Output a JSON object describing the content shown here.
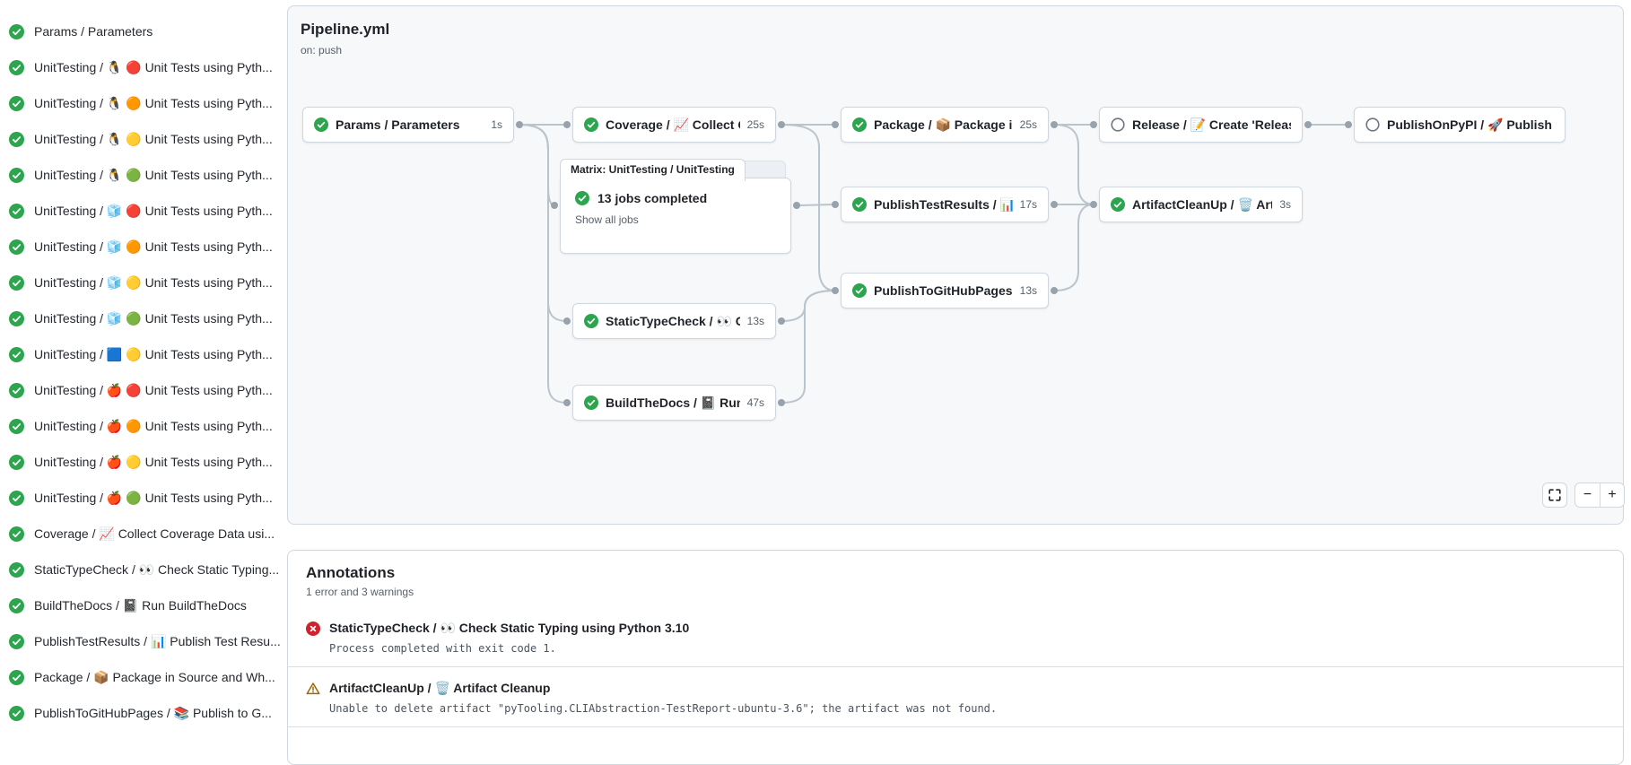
{
  "sidebar": {
    "jobs": [
      "Params / Parameters",
      "UnitTesting / 🐧 🔴 Unit Tests using Pyth...",
      "UnitTesting / 🐧 🟠 Unit Tests using Pyth...",
      "UnitTesting / 🐧 🟡 Unit Tests using Pyth...",
      "UnitTesting / 🐧 🟢 Unit Tests using Pyth...",
      "UnitTesting / 🧊 🔴 Unit Tests using Pyth...",
      "UnitTesting / 🧊 🟠 Unit Tests using Pyth...",
      "UnitTesting / 🧊 🟡 Unit Tests using Pyth...",
      "UnitTesting / 🧊 🟢 Unit Tests using Pyth...",
      "UnitTesting / 🟦 🟡 Unit Tests using Pyth...",
      "UnitTesting / 🍎 🔴 Unit Tests using Pyth...",
      "UnitTesting / 🍎 🟠 Unit Tests using Pyth...",
      "UnitTesting / 🍎 🟡 Unit Tests using Pyth...",
      "UnitTesting / 🍎 🟢 Unit Tests using Pyth...",
      "Coverage / 📈 Collect Coverage Data usi...",
      "StaticTypeCheck / 👀 Check Static Typing...",
      "BuildTheDocs / 📓 Run BuildTheDocs",
      "PublishTestResults / 📊 Publish Test Resu...",
      "Package / 📦 Package in Source and Wh...",
      "PublishToGitHubPages / 📚 Publish to G..."
    ]
  },
  "graph": {
    "title": "Pipeline.yml",
    "trigger": "on: push",
    "nodes": {
      "params": {
        "status": "success",
        "label": "Params / Parameters",
        "duration": "1s"
      },
      "coverage": {
        "status": "success",
        "label": "Coverage / 📈 Collect Cove...",
        "duration": "25s"
      },
      "package": {
        "status": "success",
        "label": "Package / 📦 Package in So...",
        "duration": "25s"
      },
      "release": {
        "status": "skipped",
        "label": "Release / 📝 Create 'Release P...",
        "duration": ""
      },
      "publish_on_pypi": {
        "status": "skipped",
        "label": "PublishOnPyPI / 🚀 Publish to ...",
        "duration": ""
      },
      "publish_test_results": {
        "status": "success",
        "label": "PublishTestResults / 📊 Pu...",
        "duration": "17s"
      },
      "artifact_cleanup": {
        "status": "success",
        "label": "ArtifactCleanUp / 🗑️ Artifac...",
        "duration": "3s"
      },
      "publish_to_ghpages": {
        "status": "success",
        "label": "PublishToGitHubPages / 📚 ...",
        "duration": "13s"
      },
      "static_type_check": {
        "status": "success",
        "label": "StaticTypeCheck / 👀 Chec...",
        "duration": "13s"
      },
      "build_the_docs": {
        "status": "success",
        "label": "BuildTheDocs / 📓 Run Buil...",
        "duration": "47s"
      }
    },
    "matrix": {
      "tab": "Matrix: UnitTesting / UnitTesting",
      "summary": "13 jobs completed",
      "link": "Show all jobs"
    },
    "controls": {
      "zoom_out_label": "−",
      "zoom_in_label": "+"
    }
  },
  "annotations": {
    "title": "Annotations",
    "subtitle": "1 error and 3 warnings",
    "items": [
      {
        "severity": "error",
        "title": "StaticTypeCheck / 👀 Check Static Typing using Python 3.10",
        "message": "Process completed with exit code 1."
      },
      {
        "severity": "warning",
        "title": "ArtifactCleanUp / 🗑️ Artifact Cleanup",
        "message": "Unable to delete artifact \"pyTooling.CLIAbstraction-TestReport-ubuntu-3.6\"; the artifact was not found."
      }
    ]
  },
  "colors": {
    "success": "#2da44e",
    "danger": "#cf222e",
    "warning": "#9a6700",
    "skipped": "#6e7781",
    "border": "#d0d7de",
    "canvas": "#f6f8fa",
    "edge": "#bac4cd"
  }
}
